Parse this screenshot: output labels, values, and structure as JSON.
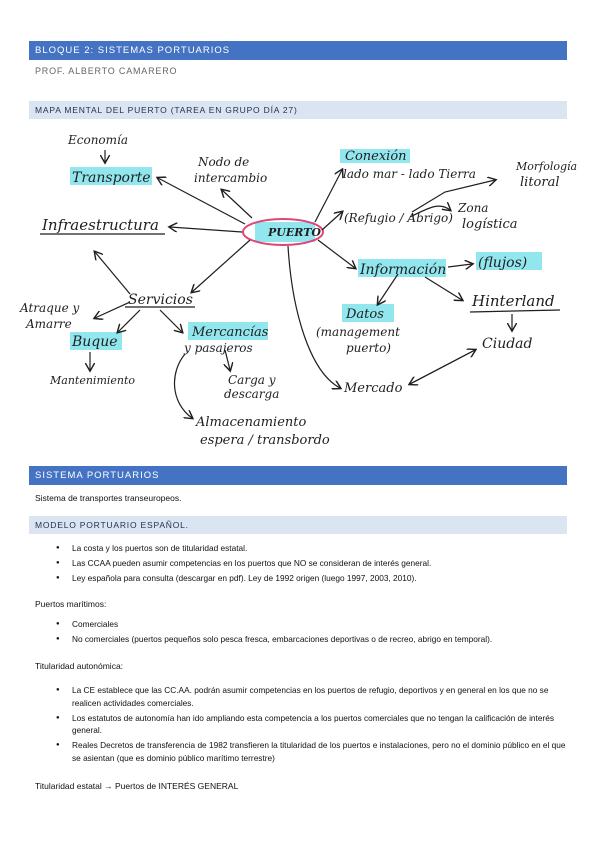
{
  "header": {
    "title": "BLOQUE 2: SISTEMAS PORTUARIOS",
    "author": "PROF. ALBERTO CAMARERO"
  },
  "mindmap": {
    "heading": "MAPA MENTAL DEL PUERTO (TAREA EN GRUPO DÍA 27)",
    "nodes": {
      "puerto": "PUERTO",
      "economia": "Economía",
      "transporte": "Transporte",
      "nodo1": "Nodo de",
      "nodo2": "intercambio",
      "conexion": "Conexión",
      "lado": "lado mar - lado Tierra",
      "morfologia1": "Morfología",
      "morfologia2": "litoral",
      "refugio": "(Refugio / Abrigo)",
      "zona1": "Zona",
      "zona2": "logística",
      "infra": "Infraestructura",
      "informacion": "Información",
      "flujos": "(flujos)",
      "servicios": "Servicios",
      "atraque1": "Atraque y",
      "atraque2": "Amarre",
      "buque": "Buque",
      "mantenimiento": "Mantenimiento",
      "mercancias": "Mercancías",
      "pasajeros": "y pasajeros",
      "carga1": "Carga y",
      "carga2": "descarga",
      "almacen1": "Almacenamiento",
      "almacen2": "espera / transbordo",
      "datos": "Datos",
      "management1": "(management",
      "management2": "puerto)",
      "hinterland": "Hinterland",
      "ciudad": "Ciudad",
      "mercado": "Mercado"
    }
  },
  "sistema": {
    "heading": "SISTEMA PORTUARIOS",
    "text": "Sistema de transportes transeuropeos."
  },
  "modelo": {
    "heading": "MODELO PORTUARIO ESPAÑOL.",
    "bullets": [
      "La costa y los puertos son de titularidad estatal.",
      "Las CCAA pueden asumir competencias en los puertos que NO se consideran de interés general.",
      "Ley española para consulta (descargar en pdf). Ley de 1992 origen (luego 1997, 2003, 2010)."
    ],
    "maritimos_label": "Puertos marítimos:",
    "maritimos": [
      "Comerciales",
      "No comerciales (puertos pequeños solo pesca fresca, embarcaciones deportivas o de recreo, abrigo en temporal)."
    ],
    "autonomica_label": "Titularidad autonómica:",
    "autonomica": [
      "La CE establece que las CC.AA. podrán asumir competencias en los puertos de refugio, deportivos y en general en los que no se realicen actividades comerciales.",
      "Los estatutos de autonomía han ido ampliando esta competencia a los puertos comerciales que no tengan la calificación de interés general.",
      "Reales Decretos de transferencia de 1982 transfieren la titularidad de los puertos e instalaciones, pero no el dominio público en el que se asientan (que es dominio público marítimo terrestre)"
    ],
    "estatal_label": "Titularidad estatal → Puertos de INTERÉS GENERAL"
  },
  "colors": {
    "bar": "#4573c4",
    "subbar": "#dbe4f1",
    "highlight": "#7fe3ec",
    "circle": "#e0457a"
  }
}
